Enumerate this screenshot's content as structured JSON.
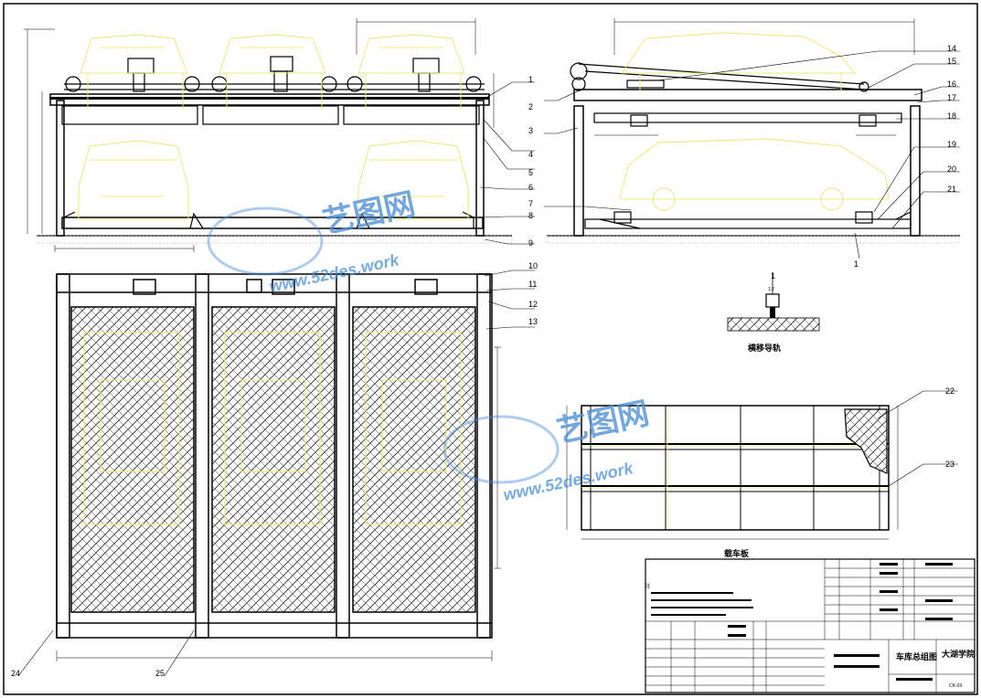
{
  "watermark": {
    "brand": "艺图网",
    "url": "www.52des.work"
  },
  "callouts": [
    "1",
    "2",
    "3",
    "4",
    "5",
    "6",
    "7",
    "8",
    "9",
    "10",
    "11",
    "12",
    "13",
    "14",
    "15",
    "16",
    "17",
    "18",
    "19",
    "20",
    "21",
    "22",
    "23",
    "24",
    "25"
  ],
  "section_mark": "1",
  "detail": {
    "mark": "1",
    "ratio": "1:2",
    "caption": "横移导轨"
  },
  "floor_plate": {
    "caption": "载车板"
  },
  "title_block": {
    "drawing_title": "车库总组图",
    "school": "大湖学院",
    "drawing_no": "CK-03"
  },
  "notes_heading": "注"
}
